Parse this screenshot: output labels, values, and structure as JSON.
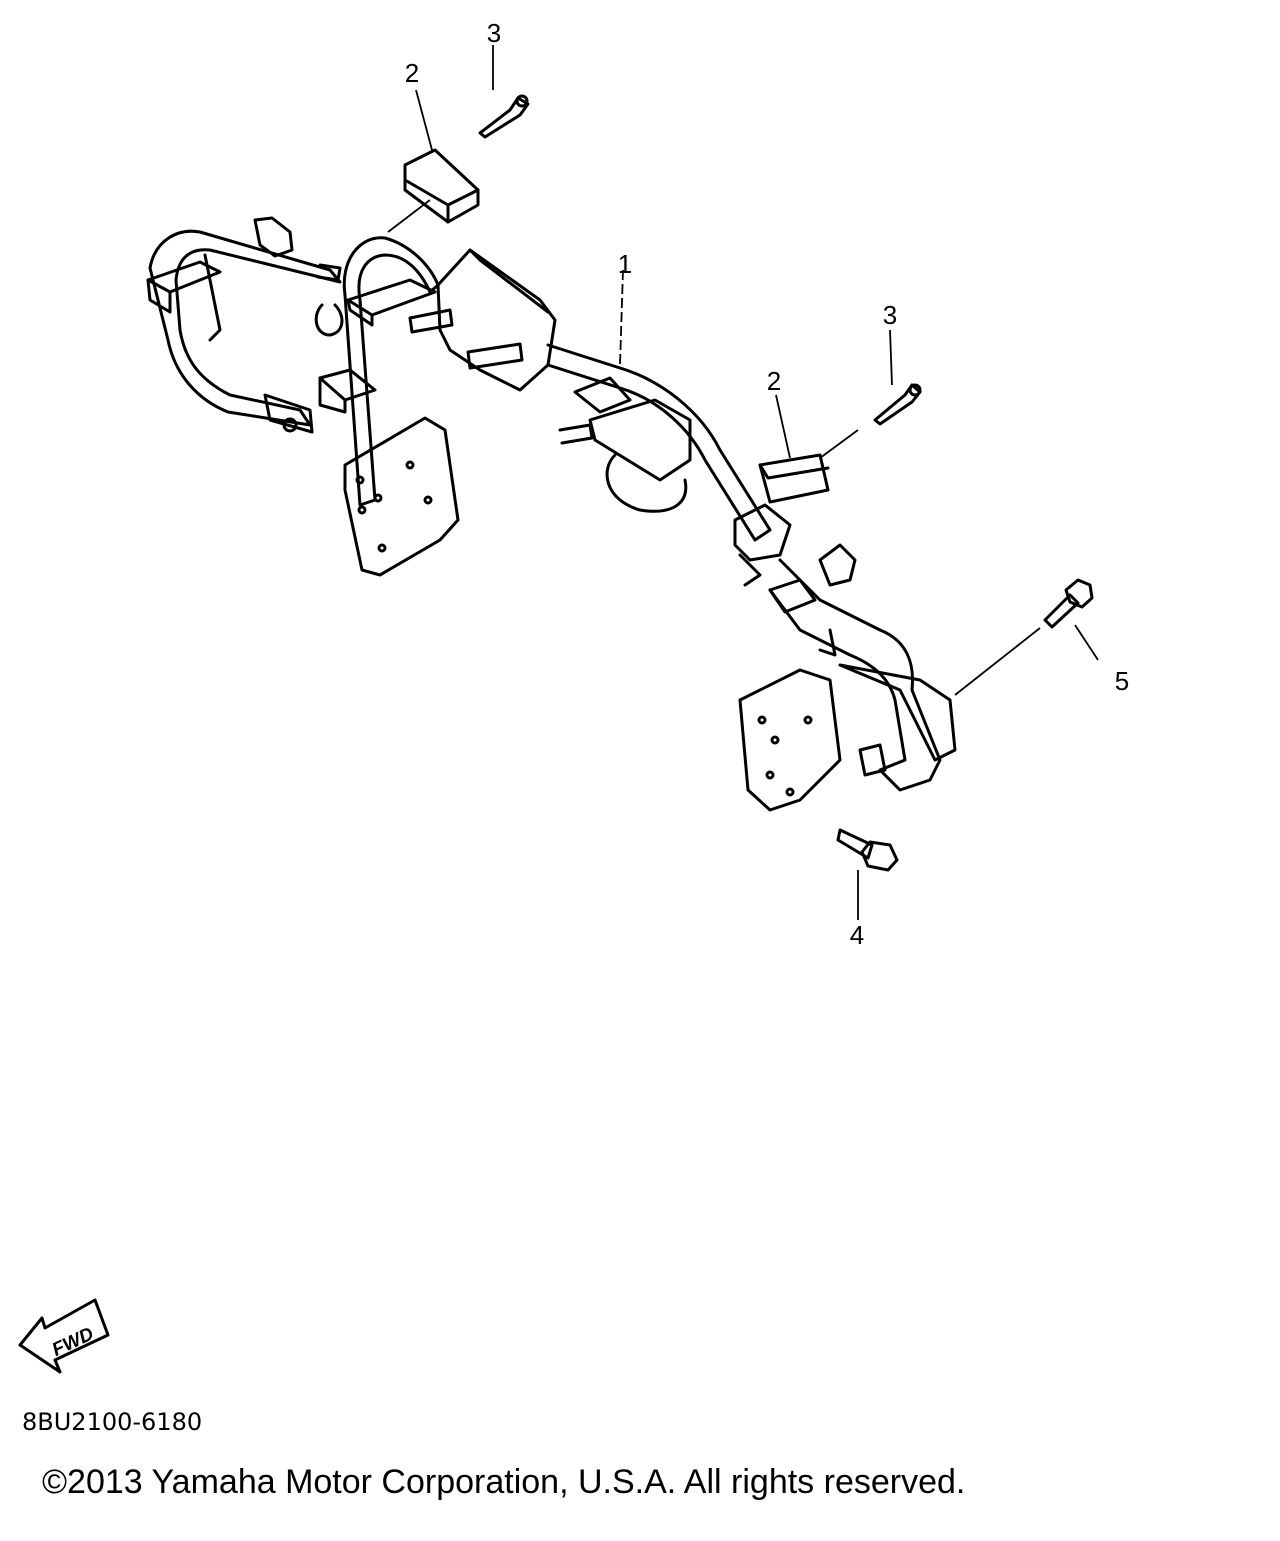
{
  "diagram": {
    "callouts": [
      {
        "id": "callout-1",
        "text": "1"
      },
      {
        "id": "callout-2a",
        "text": "2"
      },
      {
        "id": "callout-2b",
        "text": "2"
      },
      {
        "id": "callout-3a",
        "text": "3"
      },
      {
        "id": "callout-3b",
        "text": "3"
      },
      {
        "id": "callout-4",
        "text": "4"
      },
      {
        "id": "callout-5",
        "text": "5"
      }
    ],
    "fwd_label": "FWD",
    "part_code": "8BU2100-6180",
    "copyright": "©2013 Yamaha Motor Corporation, U.S.A. All rights reserved."
  }
}
